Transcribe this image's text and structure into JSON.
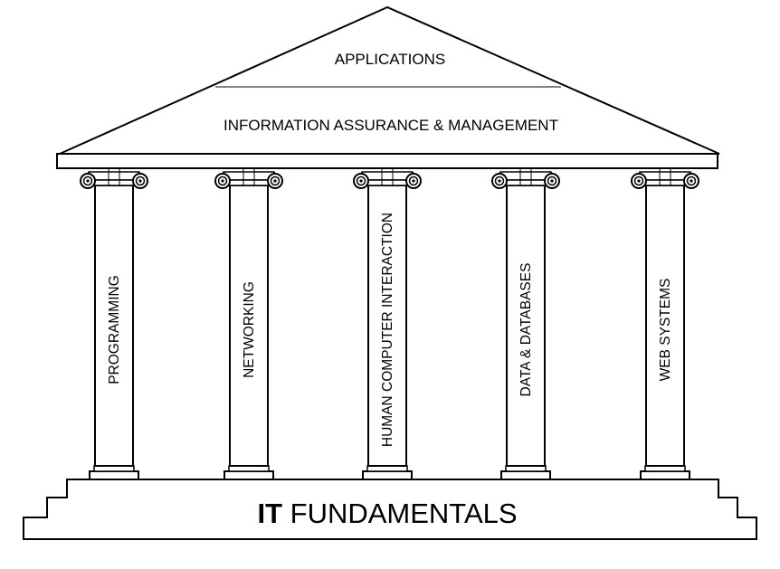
{
  "roof": {
    "top_label": "APPLICATIONS",
    "middle_label": "INFORMATION ASSURANCE & MANAGEMENT"
  },
  "pillars": [
    {
      "label": "PROGRAMMING"
    },
    {
      "label": "NETWORKING"
    },
    {
      "label": "HUMAN COMPUTER INTERACTION"
    },
    {
      "label": "DATA & DATABASES"
    },
    {
      "label": "WEB SYSTEMS"
    }
  ],
  "foundation": {
    "bold_part": "IT",
    "normal_part": "FUNDAMENTALS"
  },
  "colors": {
    "stroke": "#000000",
    "fill": "#ffffff"
  }
}
